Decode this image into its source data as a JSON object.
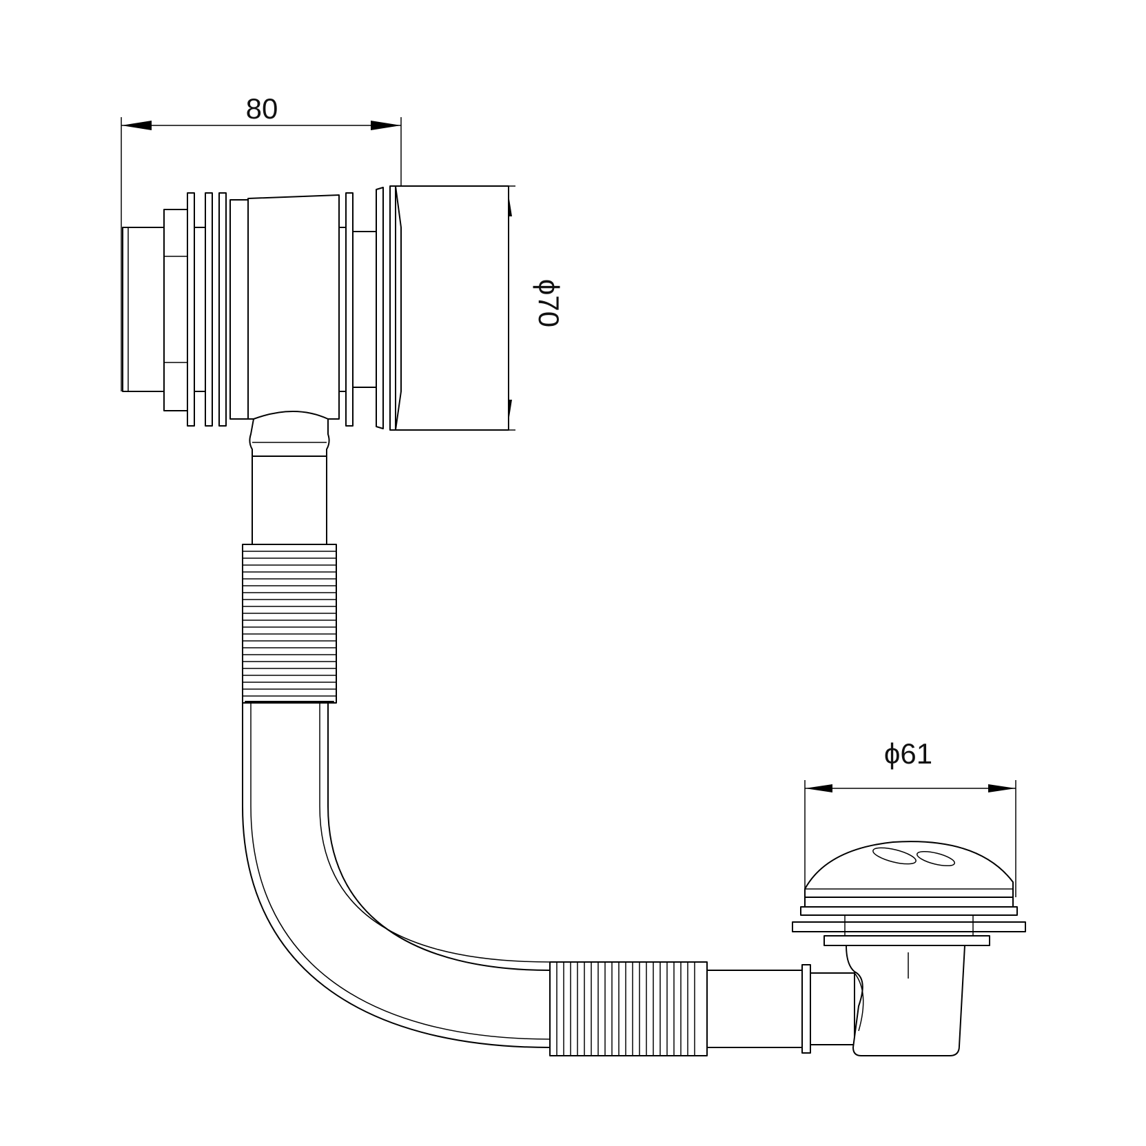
{
  "dimensions": {
    "overall_length": "80",
    "flange_diameter": "ϕ70",
    "waste_diameter": "ϕ61"
  }
}
